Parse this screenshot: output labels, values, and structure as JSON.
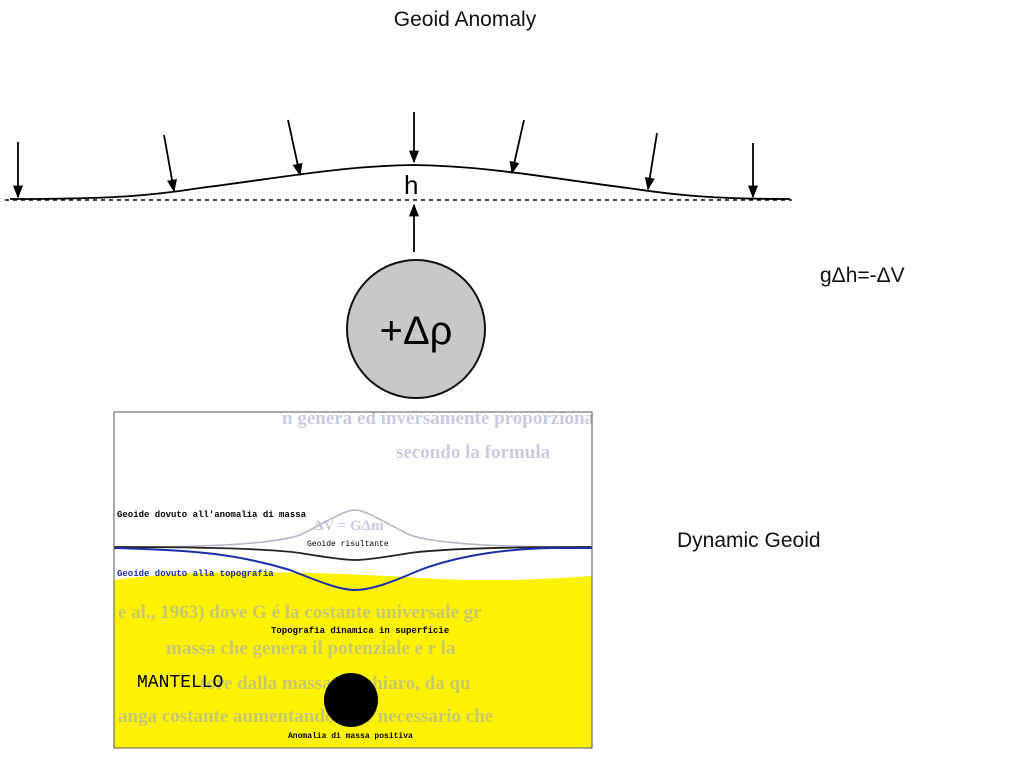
{
  "slide": {
    "title": "Geoid Anomaly",
    "formula": "gΔh=-ΔV",
    "dynamic_label": "Dynamic Geoid"
  },
  "top_diagram": {
    "height_label": "h",
    "mass_label": "+Δρ",
    "colors": {
      "mass_fill": "#c8c8c8",
      "line": "#000000"
    }
  },
  "figure": {
    "labels": {
      "mass_geoid": "Geoide dovuto all'anomalia di massa",
      "resulting_geoid": "Geoide risultante",
      "topo_geoid": "Geoide dovuto alla topografia",
      "dynamic_topography": "Topografia dinamica in superficie",
      "mantle": "MANTELLO",
      "positive_mass": "Anomalia di massa positiva"
    },
    "background_text": [
      "n genera ed inversamente proporzionale alla",
      "secondo la formula",
      "ΔV = GΔm",
      "e al., 1963) dove G é la costante universale gr",
      "massa che genera il potenziale e r la",
      "tore dalla massa. E' chiaro, da qu",
      "anga costante aumentando m, é necessario che"
    ],
    "colors": {
      "mantle": "#fff200",
      "mass_geoid_line": "#b0b8c4",
      "topo_geoid_line": "#1c2fa8",
      "topo_label": "#1c2fa8",
      "anomaly": "#000000"
    }
  }
}
